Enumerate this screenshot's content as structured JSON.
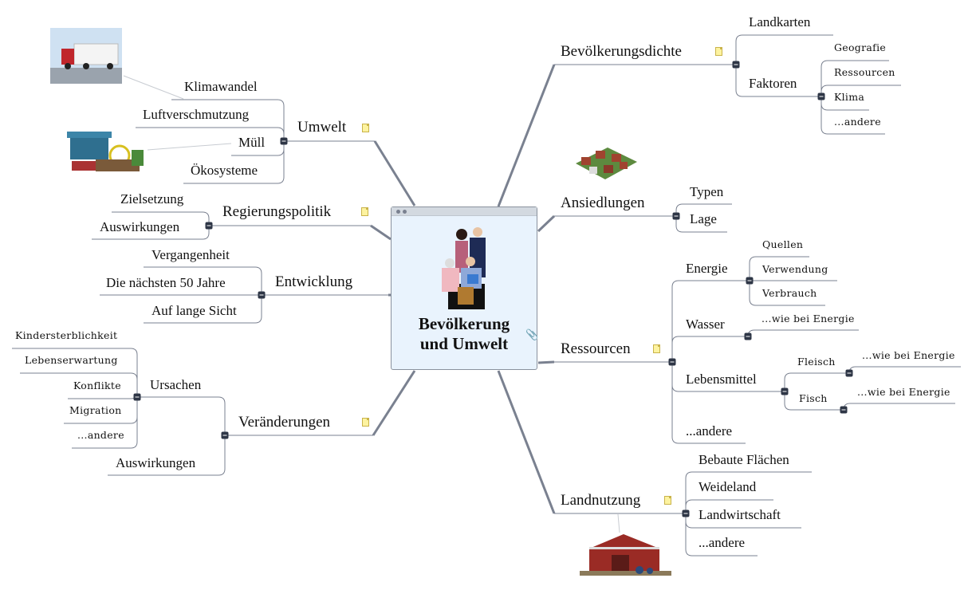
{
  "central": {
    "title_line1": "Bevölkerung",
    "title_line2": "und Umwelt",
    "attachment_icon": "paperclip-icon"
  },
  "left": {
    "umwelt": {
      "label": "Umwelt",
      "children": [
        "Klimawandel",
        "Luftverschmutzung",
        "Müll",
        "Ökosysteme"
      ]
    },
    "regierungspolitik": {
      "label": "Regierungspolitik",
      "children": [
        "Zielsetzung",
        "Auswirkungen"
      ]
    },
    "entwicklung": {
      "label": "Entwicklung",
      "children": [
        "Vergangenheit",
        "Die nächsten 50 Jahre",
        "Auf lange Sicht"
      ]
    },
    "veraenderungen": {
      "label": "Veränderungen",
      "ursachen": {
        "label": "Ursachen",
        "children": [
          "Kindersterblichkeit",
          "Lebenserwartung",
          "Konflikte",
          "Migration",
          "...andere"
        ]
      },
      "auswirkungen": "Auswirkungen"
    }
  },
  "right": {
    "bevoelkerungsdichte": {
      "label": "Bevölkerungsdichte",
      "landkarten": "Landkarten",
      "faktoren": {
        "label": "Faktoren",
        "children": [
          "Geografie",
          "Ressourcen",
          "Klima",
          "...andere"
        ]
      }
    },
    "ansiedlungen": {
      "label": "Ansiedlungen",
      "children": [
        "Typen",
        "Lage"
      ]
    },
    "ressourcen": {
      "label": "Ressourcen",
      "energie": {
        "label": "Energie",
        "children": [
          "Quellen",
          "Verwendung",
          "Verbrauch"
        ]
      },
      "wasser": {
        "label": "Wasser",
        "children": [
          "...wie bei Energie"
        ]
      },
      "lebensmittel": {
        "label": "Lebensmittel",
        "fleisch": {
          "label": "Fleisch",
          "children": [
            "...wie bei Energie"
          ]
        },
        "fisch": {
          "label": "Fisch",
          "children": [
            "...wie bei Energie"
          ]
        }
      },
      "andere": "...andere"
    },
    "landnutzung": {
      "label": "Landnutzung",
      "children": [
        "Bebaute Flächen",
        "Weideland",
        "Landwirtschaft",
        "...andere"
      ]
    }
  },
  "colors": {
    "line": "#7a8190",
    "collapse": "#2e3646",
    "central_bg": "#e9f3fd",
    "note": "#fdf3a0"
  }
}
